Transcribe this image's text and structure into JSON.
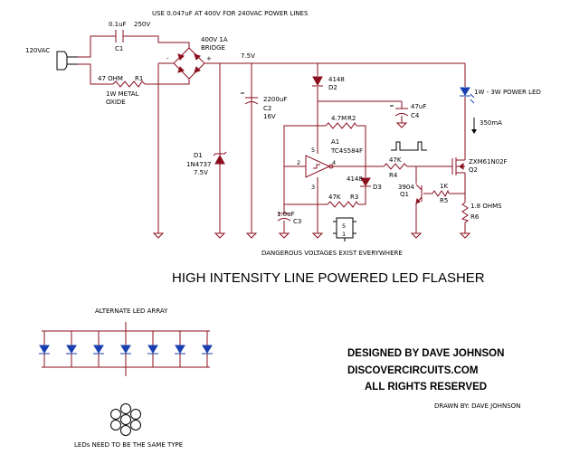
{
  "notes": {
    "top_note": "USE 0.047uF AT 400V FOR 240VAC POWER LINES",
    "warning": "DANGEROUS VOLTAGES EXIST EVERYWHERE",
    "alt_array": "ALTERNATE LED ARRAY",
    "same_type": "LEDs NEED TO BE THE SAME TYPE"
  },
  "title": "HIGH INTENSITY LINE POWERED LED FLASHER",
  "credits": {
    "designed_by": "DESIGNED BY DAVE JOHNSON",
    "site": "DISCOVERCIRCUITS.COM",
    "rights": "ALL RIGHTS RESERVED",
    "drawn_by": "DRAWN BY: DAVE JOHNSON"
  },
  "labels": {
    "mains": "120VAC",
    "c1_value": "0.1uF",
    "c1_voltage": "250V",
    "c1_name": "C1",
    "r1_value": "47 OHM",
    "r1_name": "R1",
    "r1_type_1": "1W METAL",
    "r1_type_2": "OXIDE",
    "bridge_1": "400V 1A",
    "bridge_2": "BRIDGE",
    "plus": "+",
    "minus": "-",
    "rail": "7.5V",
    "c2_value": "2200uF",
    "c2_name": "C2",
    "c2_voltage": "16V",
    "d1_name": "D1",
    "d1_part": "1N4737",
    "d1_voltage": "7.5V",
    "d2_part": "4148",
    "d2_name": "D2",
    "c4_value": "47uF",
    "c4_name": "C4",
    "r2_value": "4.7M",
    "r2_name": "R2",
    "a1_name": "A1",
    "a1_part": "TC4S584F",
    "pin5": "5",
    "pin2": "2",
    "pin4": "4",
    "pin3": "3",
    "d3_part": "4148",
    "d3_name": "D3",
    "r3_value": "47K",
    "r3_name": "R3",
    "c3_value": "1.0uF",
    "c3_name": "C3",
    "r4_value": "47K",
    "r4_name": "R4",
    "q1_part": "3904",
    "q1_name": "Q1",
    "r5_value": "1K",
    "r5_name": "R5",
    "q2_part": "ZXM61N02F",
    "q2_name": "Q2",
    "led_label": "1W - 3W POWER LED",
    "current": "350mA",
    "r6_value": "1.8 OHMS",
    "r6_name": "R6",
    "ic_pin5": "5",
    "ic_pin1": "1"
  }
}
